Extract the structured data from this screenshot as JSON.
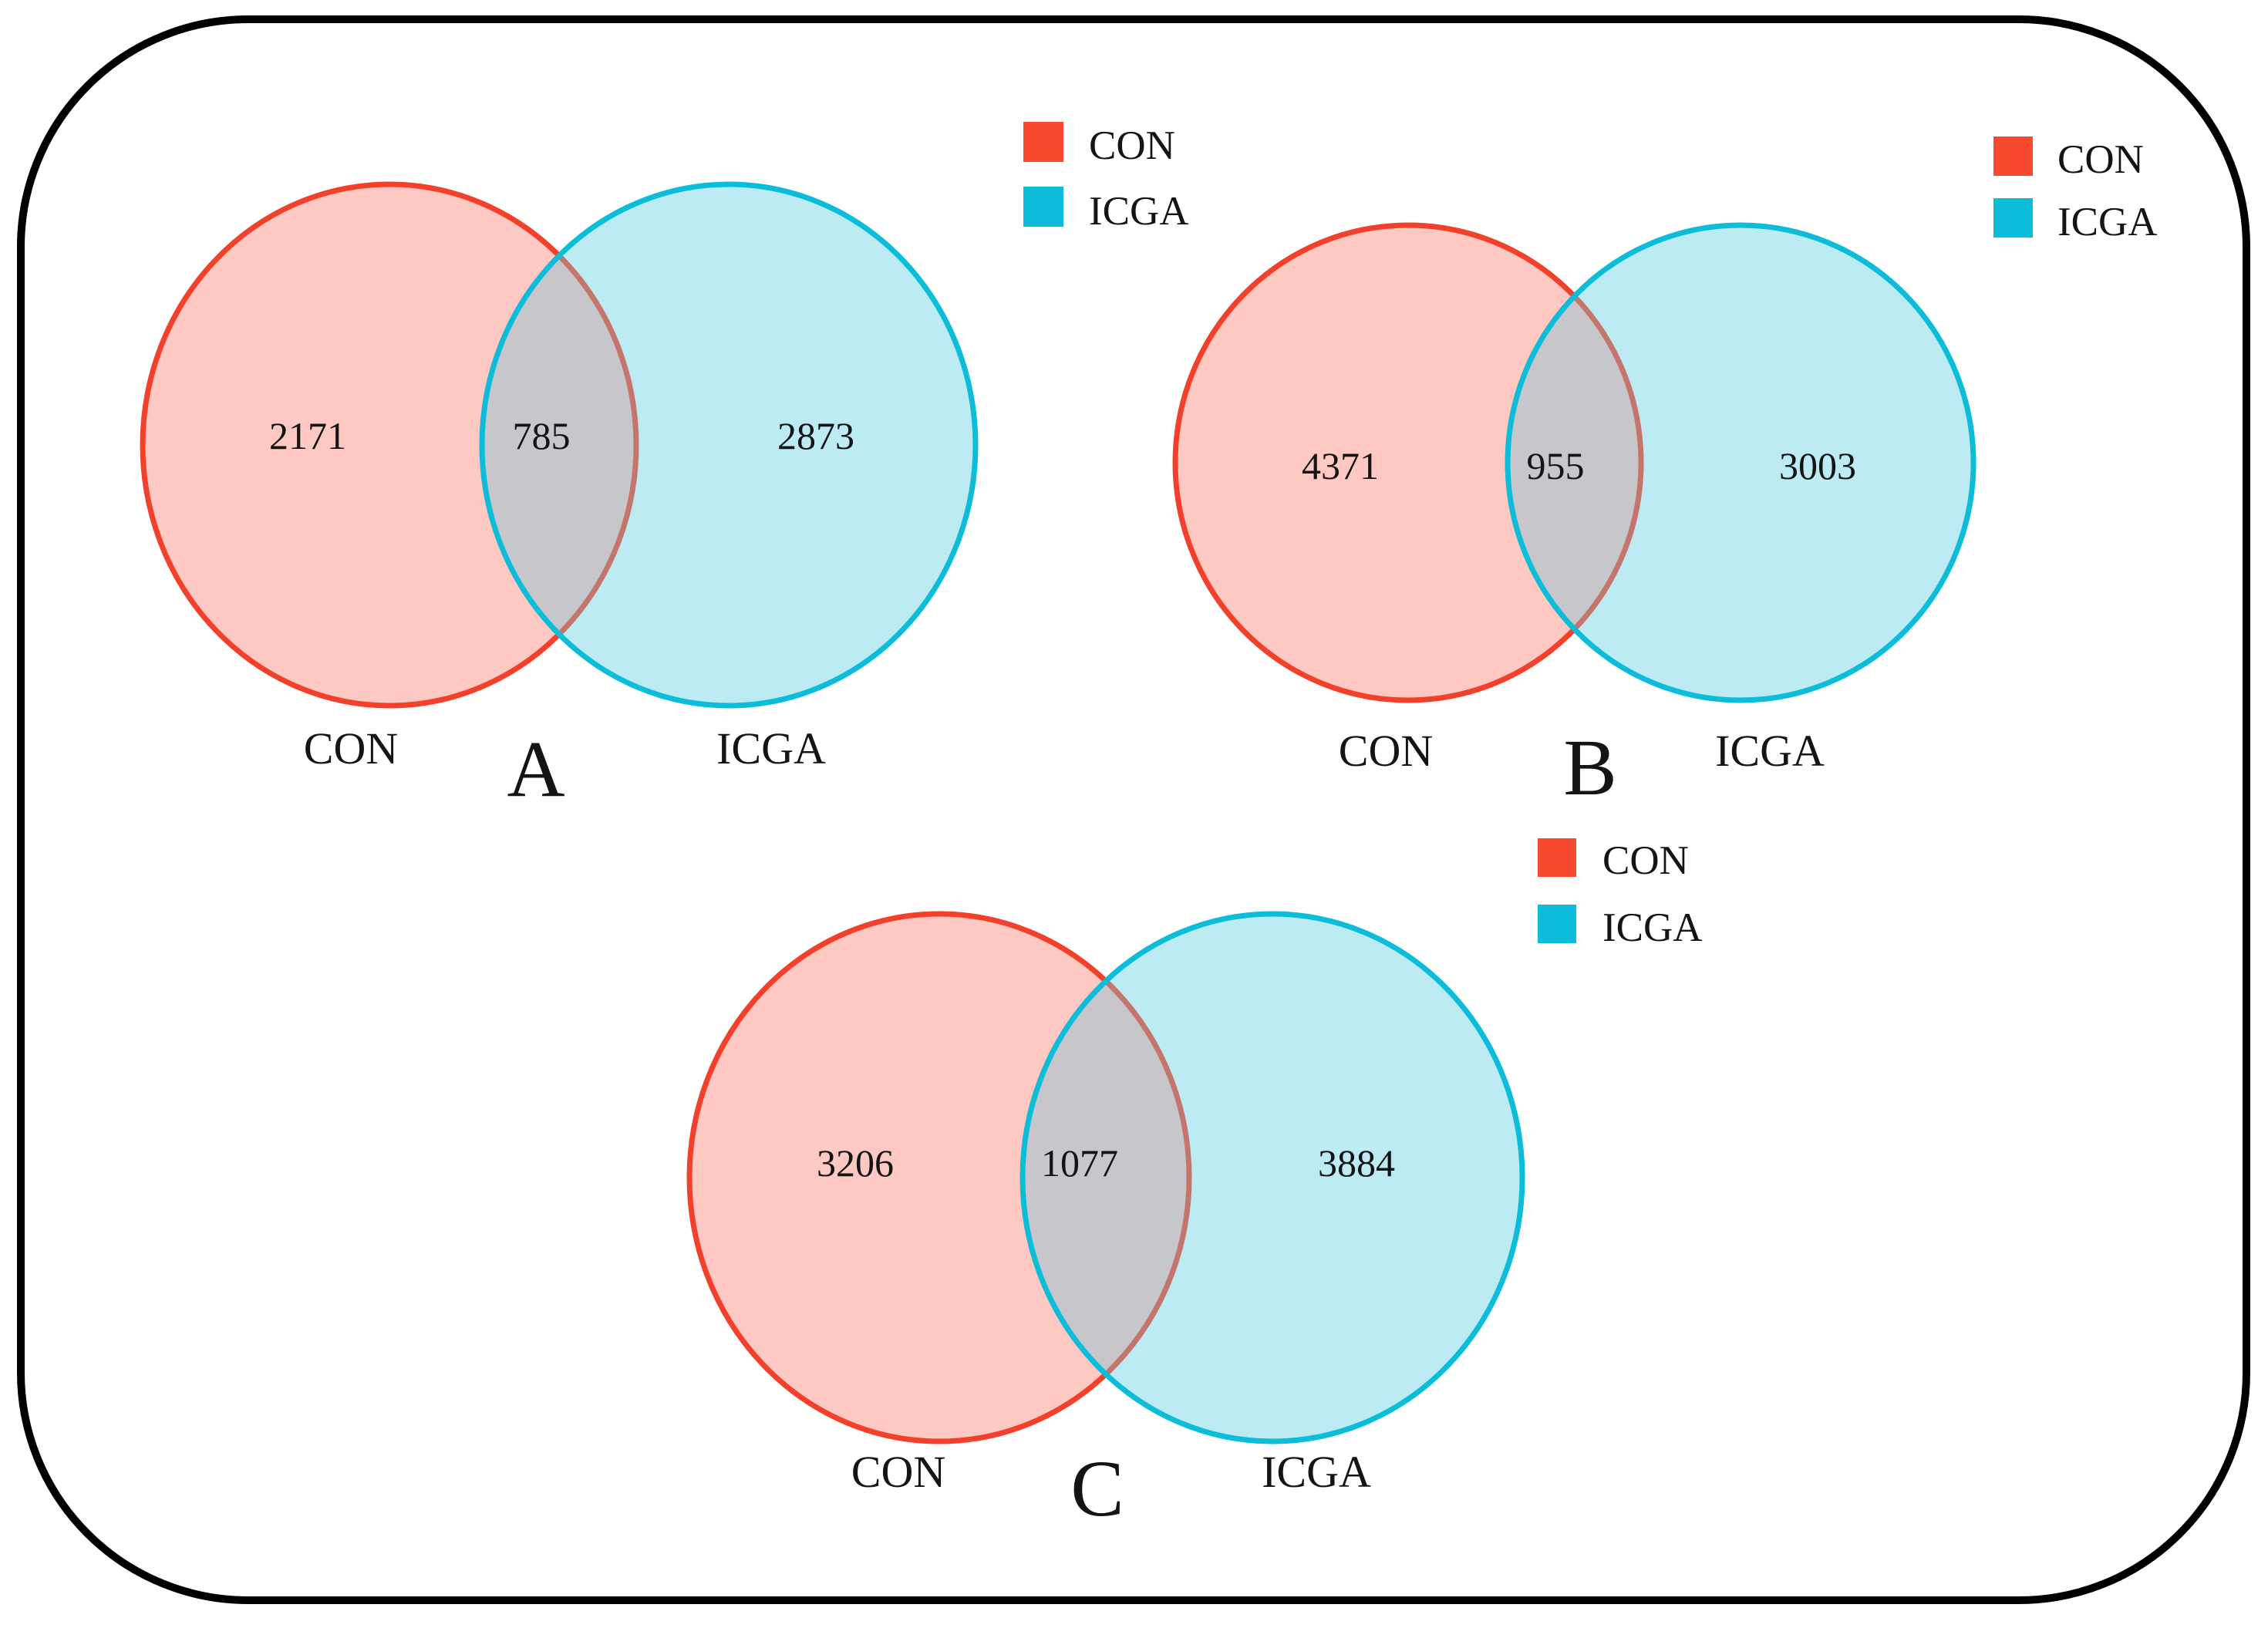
{
  "colors": {
    "border": "#000000",
    "con": "#F8482F",
    "icga": "#0CBDD9",
    "con_fill": "#FEC9C2",
    "icga_fill": "#BDEBF4",
    "overlap_fill": "#C7C6CB",
    "con_arc_in_overlap": "#C4766C"
  },
  "chart_data": [
    {
      "type": "venn",
      "panel_label": "A",
      "sets": [
        {
          "name": "CON",
          "unique": 2171,
          "color": "#F8482F"
        },
        {
          "name": "ICGA",
          "unique": 2873,
          "color": "#0CBDD9"
        }
      ],
      "intersection": 785,
      "legend": [
        "CON",
        "ICGA"
      ],
      "legend_position": "top-right"
    },
    {
      "type": "venn",
      "panel_label": "B",
      "sets": [
        {
          "name": "CON",
          "unique": 4371,
          "color": "#F8482F"
        },
        {
          "name": "ICGA",
          "unique": 3003,
          "color": "#0CBDD9"
        }
      ],
      "intersection": 955,
      "legend": [
        "CON",
        "ICGA"
      ],
      "legend_position": "top-right"
    },
    {
      "type": "venn",
      "panel_label": "C",
      "sets": [
        {
          "name": "CON",
          "unique": 3206,
          "color": "#F8482F"
        },
        {
          "name": "ICGA",
          "unique": 3884,
          "color": "#0CBDD9"
        }
      ],
      "intersection": 1077,
      "legend": [
        "CON",
        "ICGA"
      ],
      "legend_position": "top-right"
    }
  ]
}
